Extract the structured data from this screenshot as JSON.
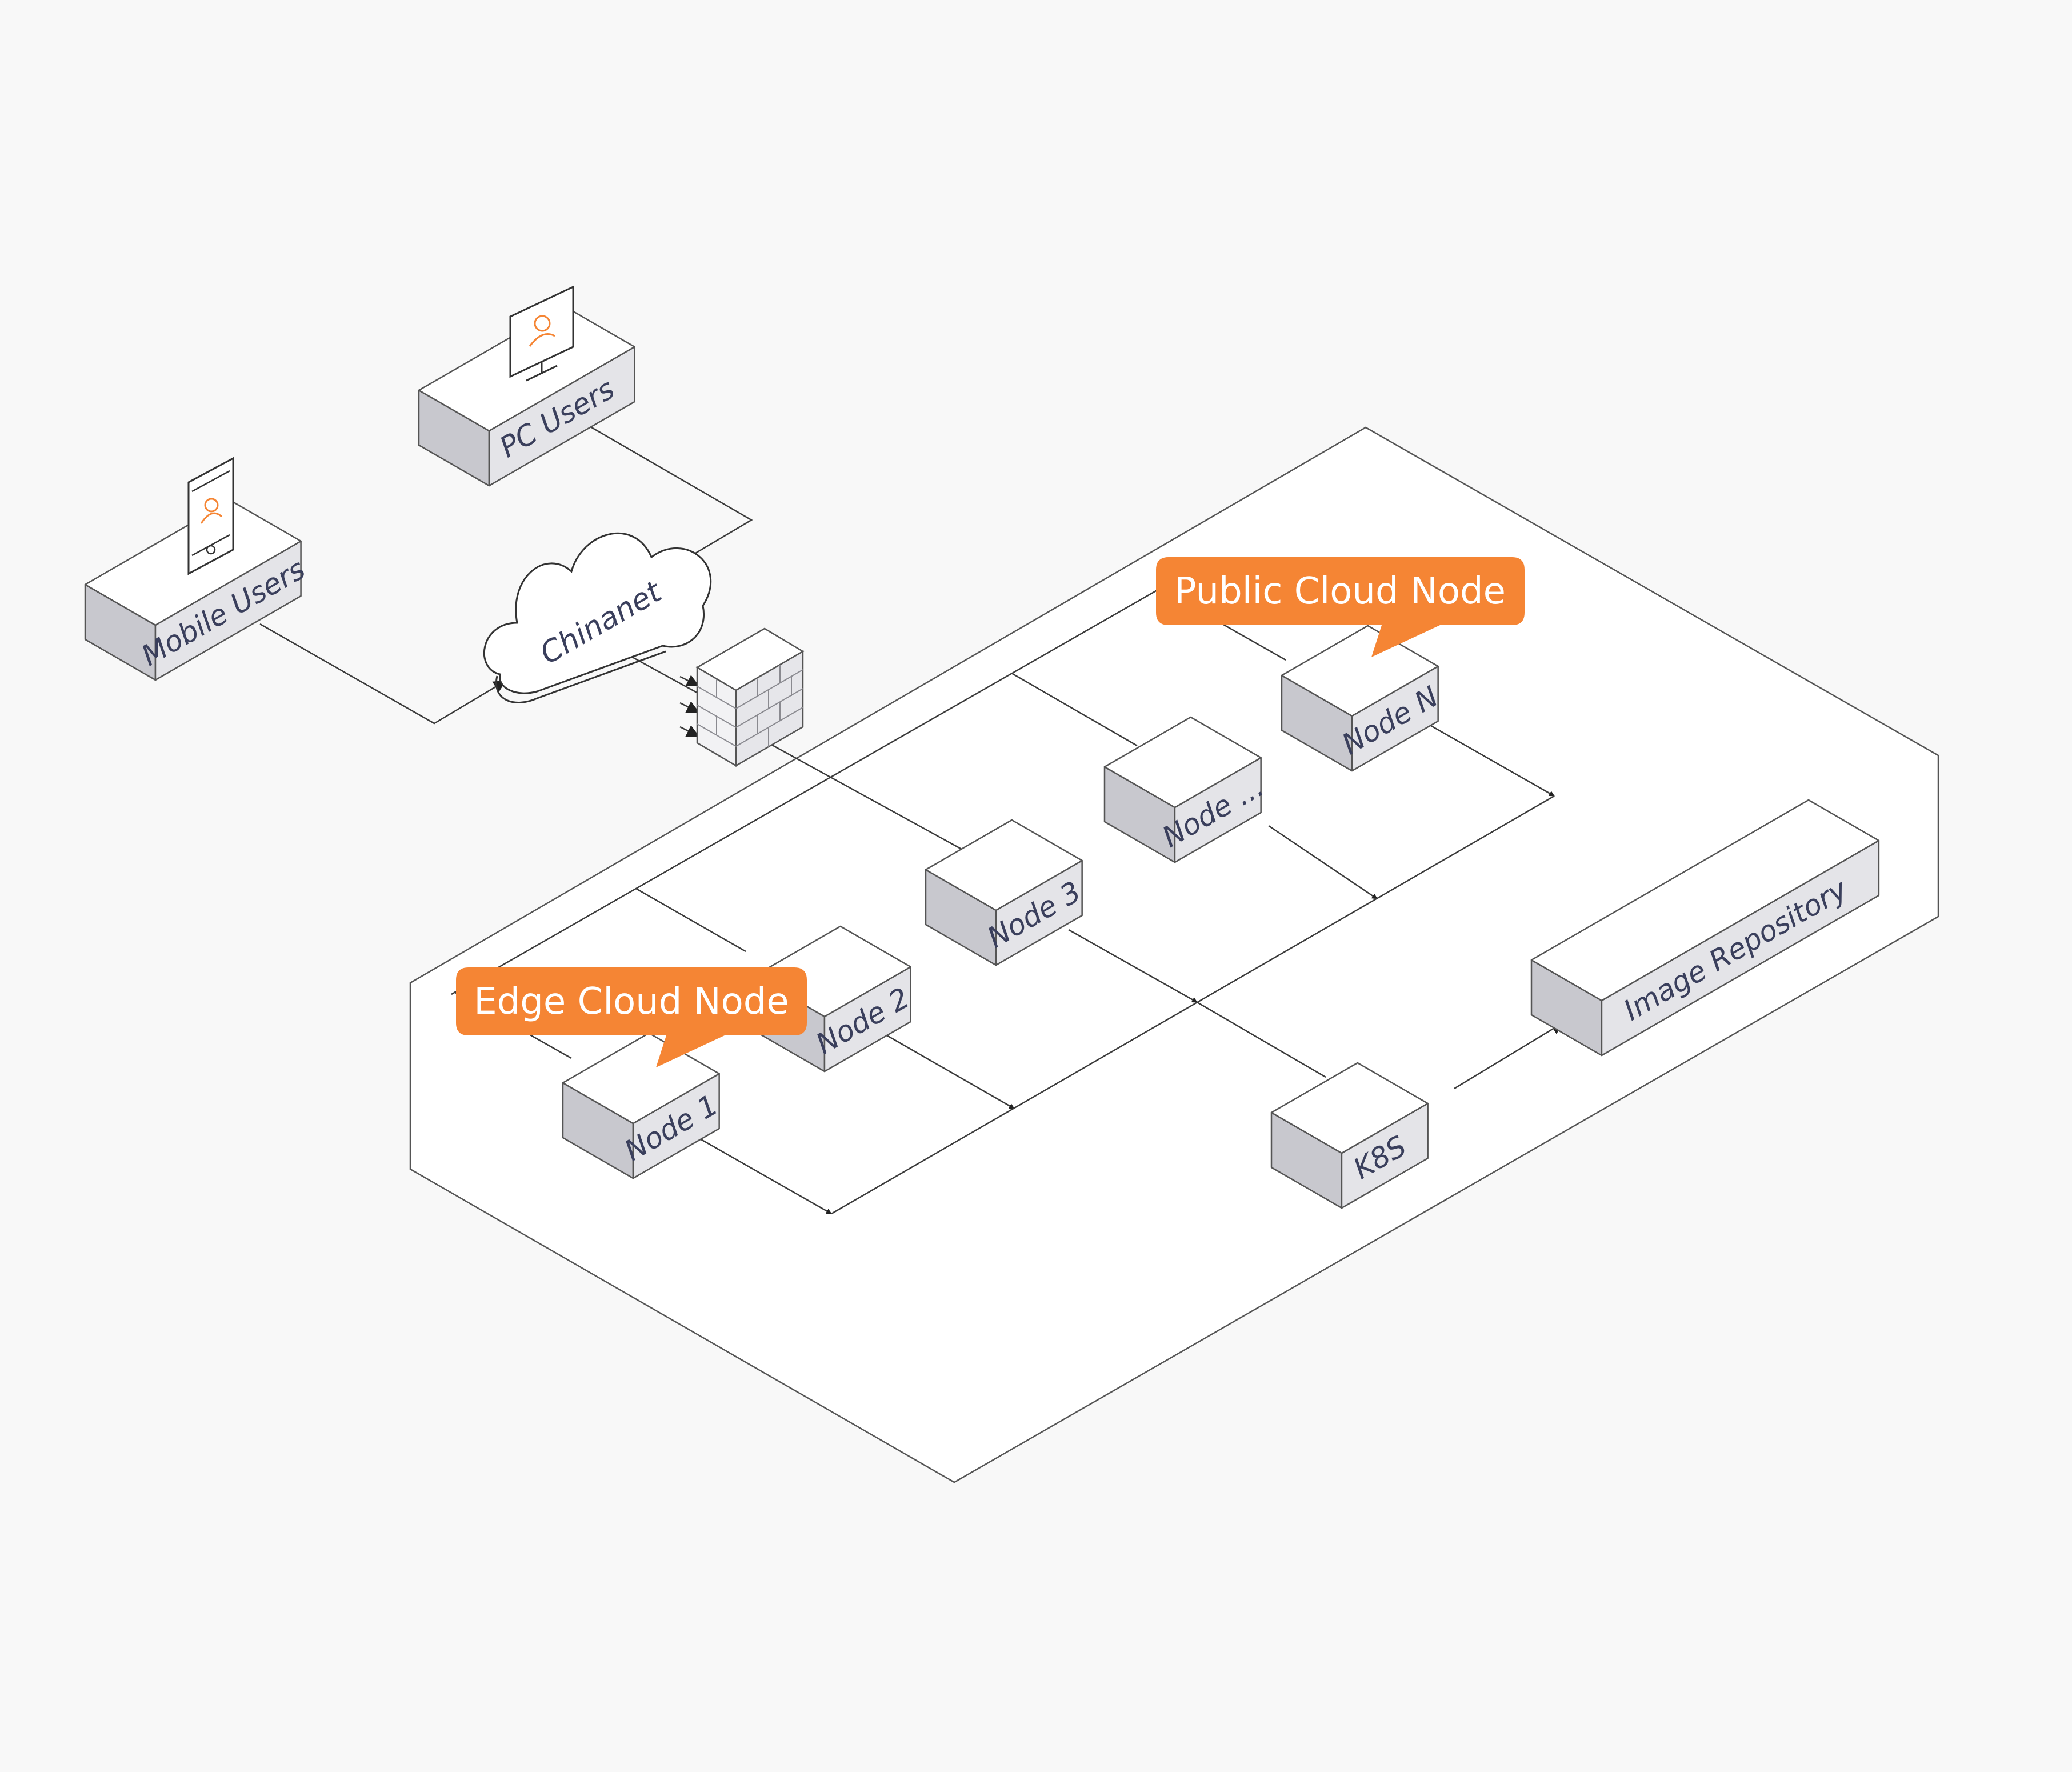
{
  "colors": {
    "background": "#f8f8f8",
    "callout": "#f58534",
    "box_top": "#ffffff",
    "box_left": "#c8c8ce",
    "box_right": "#e4e4e8",
    "icon_accent": "#f58534"
  },
  "nodes": {
    "pc_users": "PC Users",
    "mobile_users": "Mobile Users",
    "chinanet": "Chinanet",
    "node_1": "Node 1",
    "node_2": "Node 2",
    "node_3": "Node 3",
    "node_ellipsis": "Node ...",
    "node_n": "Node N",
    "k8s": "K8S",
    "image_repository": "Image Repository"
  },
  "callouts": {
    "public_cloud": "Public Cloud Node",
    "edge_cloud": "Edge Cloud Node"
  },
  "icons": {
    "pc": "monitor-user-icon",
    "mobile": "phone-user-icon",
    "cloud": "cloud-icon",
    "firewall": "firewall-icon"
  }
}
